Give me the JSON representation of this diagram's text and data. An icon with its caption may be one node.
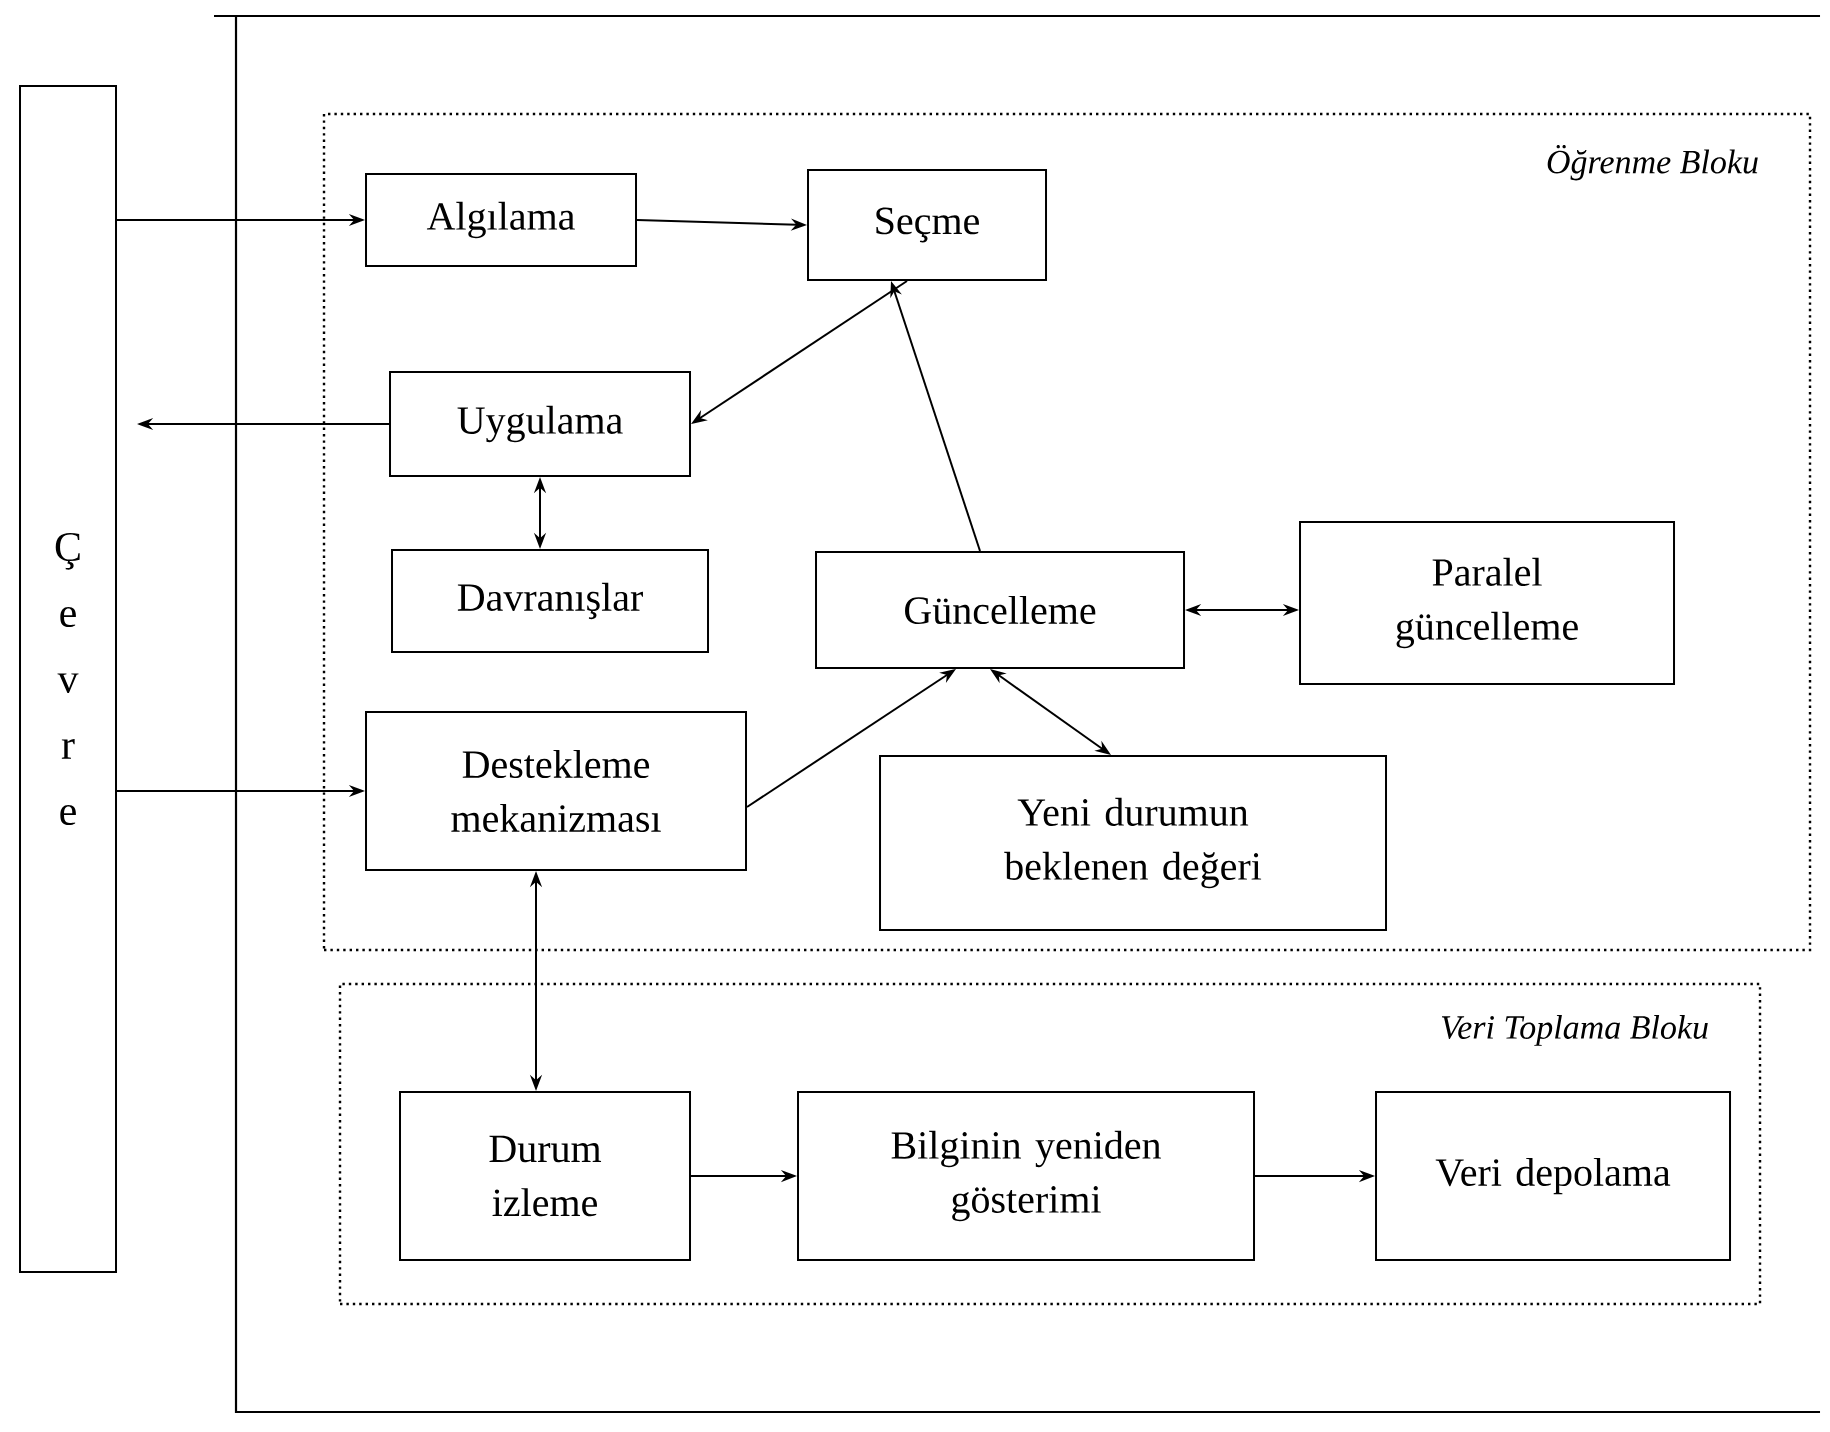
{
  "diagram": {
    "nodes": [
      {
        "text": [
          "Ç e v r e"
        ]
      },
      {
        "text": [
          "Öğrenme Bloku"
        ]
      },
      {
        "text": [
          "Algılama"
        ],
        "in": 1
      },
      {
        "text": [
          "Seçme"
        ],
        "in": 1
      },
      {
        "text": [
          "Uygulama"
        ],
        "in": 1
      },
      {
        "text": [
          "Davranışlar"
        ],
        "in": 1
      },
      {
        "text": [
          "Güncelleme"
        ],
        "in": 1
      },
      {
        "text": [
          "Paralel güncelleme"
        ],
        "in": 1
      },
      {
        "text": [
          "Destekleme mekanizması"
        ],
        "in": 1
      },
      {
        "text": [
          "Yeni durumun beklenen değeri"
        ],
        "in": 1
      },
      {
        "text": [
          "Veri Toplama Bloku"
        ]
      },
      {
        "text": [
          "Durum izleme"
        ],
        "in": 10
      },
      {
        "text": [
          "Bilginin yeniden gösterimi"
        ],
        "in": 10
      },
      {
        "text": [
          "Veri depolama"
        ],
        "in": 10
      }
    ],
    "edges": [
      {
        "from": 0,
        "to": 2,
        "arrow": "to"
      },
      {
        "from": 2,
        "to": 3,
        "arrow": "to"
      },
      {
        "from": 3,
        "to": 4,
        "arrow": "to"
      },
      {
        "from": 4,
        "to": 0,
        "arrow": "to"
      },
      {
        "from": 4,
        "to": 5,
        "arrow": "both"
      },
      {
        "from": 6,
        "to": 3,
        "arrow": "to"
      },
      {
        "from": 6,
        "to": 7,
        "arrow": "both"
      },
      {
        "from": 8,
        "to": 6,
        "arrow": "to"
      },
      {
        "from": 6,
        "to": 9,
        "arrow": "both"
      },
      {
        "from": 0,
        "to": 8,
        "arrow": "to"
      },
      {
        "from": 8,
        "to": 11,
        "arrow": "both"
      },
      {
        "from": 11,
        "to": 12,
        "arrow": "to"
      },
      {
        "from": 12,
        "to": 13,
        "arrow": "to"
      }
    ]
  }
}
